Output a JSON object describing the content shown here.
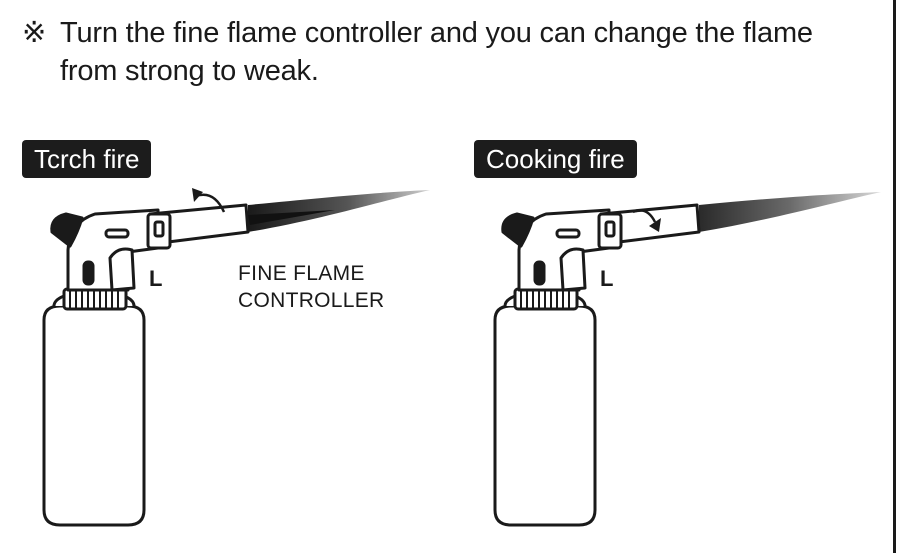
{
  "note": {
    "symbol": "※",
    "line1": "Turn the fine flame controller and you can change the flame",
    "line2": "from strong to weak."
  },
  "panels": [
    {
      "label": "Tcrch fire",
      "level_label": "L"
    },
    {
      "label": "Cooking fire",
      "level_label": "L"
    }
  ],
  "callout": {
    "line1": "FINE FLAME",
    "line2": "CONTROLLER"
  },
  "colors": {
    "ink": "#1a1a1a",
    "badge_bg": "#1c1c1c",
    "badge_text": "#ffffff",
    "flame": "#333333"
  },
  "icons": [
    "gas-torch-illustration",
    "rotation-arrow-icon",
    "flame-jet"
  ]
}
